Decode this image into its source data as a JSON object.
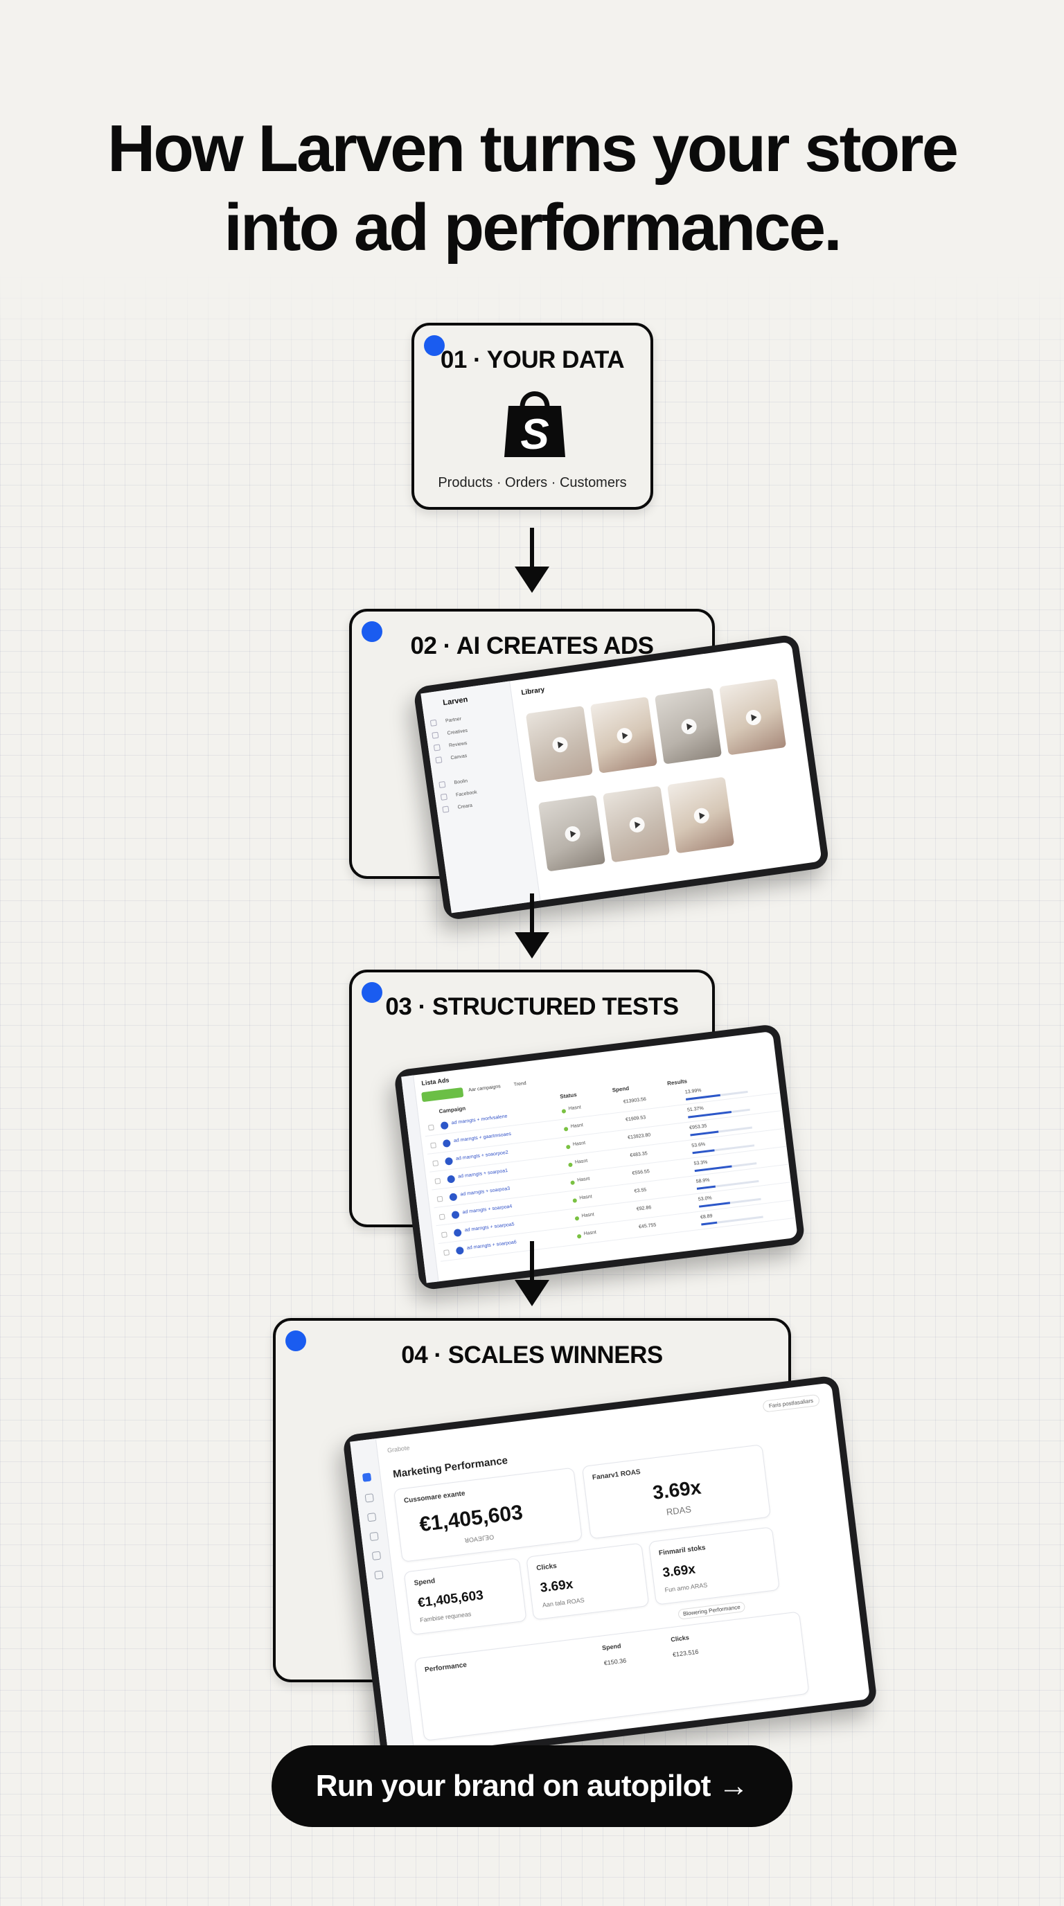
{
  "headline": {
    "line1": "How Larven turns your store",
    "line2": "into ad performance."
  },
  "colors": {
    "accent_dot": "#1a5cf0",
    "ink": "#0b0b0b",
    "background": "#f3f2ee"
  },
  "steps": [
    {
      "title": "01 · YOUR DATA",
      "subtitle": "Products · Orders · Customers",
      "icon": "shopify-bag-icon"
    },
    {
      "title": "02 · AI CREATES ADS",
      "screen": {
        "app_name": "Larven",
        "library_label": "Library",
        "menu_items": [
          "Partner",
          "Creatives",
          "Reviews",
          "Canvas",
          "Boolin",
          "Facebook",
          "Creara"
        ]
      }
    },
    {
      "title": "03 · STRUCTURED TESTS",
      "screen": {
        "app_title": "Lista Ads",
        "toolbar": [
          "Aar campaigns",
          "Trend"
        ],
        "columns": [
          "Campaign",
          "Status",
          "Spend",
          "Results"
        ],
        "rows": [
          {
            "campaign": "ad marngts + morfvsalene",
            "status": "Hasnt",
            "spend": "€13903.56",
            "result": "13.99%",
            "pct": 0.55
          },
          {
            "campaign": "ad marngts + gaartmsoaes",
            "status": "Hasnt",
            "spend": "€1909.53",
            "result": "51.37%",
            "pct": 0.7
          },
          {
            "campaign": "ad marngts + soaorpoe2",
            "status": "Hasnt",
            "spend": "€13923.80",
            "result": "€953.35",
            "pct": 0.45
          },
          {
            "campaign": "ad marngts + soarpoa1",
            "status": "Hasnt",
            "spend": "€483.35",
            "result": "53.6%",
            "pct": 0.35
          },
          {
            "campaign": "ad marngts + soarpoa3",
            "status": "Hasnt",
            "spend": "€556.55",
            "result": "53.3%",
            "pct": 0.6
          },
          {
            "campaign": "ad marngts + soarpoa4",
            "status": "Hasnt",
            "spend": "€3.55",
            "result": "58.9%",
            "pct": 0.3
          },
          {
            "campaign": "ad marngts + soarpoa5",
            "status": "Hasnt",
            "spend": "€92.86",
            "result": "53.0%",
            "pct": 0.5
          },
          {
            "campaign": "ad marngts + soarpoa6",
            "status": "Hasnt",
            "spend": "€45.755",
            "result": "€8.89",
            "pct": 0.25
          }
        ]
      }
    },
    {
      "title": "04 · SCALES WINNERS",
      "screen": {
        "search_placeholder": "Grabote",
        "title": "Marketing Performance",
        "filter_label": "Faris postlasaliars",
        "kpi": [
          {
            "label": "Cussomare exante",
            "value": "€1,405,603",
            "sub": "ꓤOAƎꓩꓱO"
          },
          {
            "label": "Fanarv1 ROAS",
            "value": "3.69x",
            "sub": "RDAS"
          },
          {
            "label": "Spend",
            "value": "€1,405,603",
            "sub": "Fambise requneas"
          },
          {
            "label": "Clicks",
            "value": "3.69x",
            "sub": "Aan tala ROAS"
          },
          {
            "label": "Finmaril stoks",
            "value": "3.69x",
            "sub": "Fun amo ARAS"
          }
        ],
        "table_label": "Performance",
        "table_columns": [
          "Spend",
          "Clicks"
        ],
        "table_values": [
          "€150.36",
          "€123.516"
        ],
        "secondary_button": "Blowering Performance"
      }
    }
  ],
  "cta": {
    "label": "Run your brand on autopilot →"
  }
}
